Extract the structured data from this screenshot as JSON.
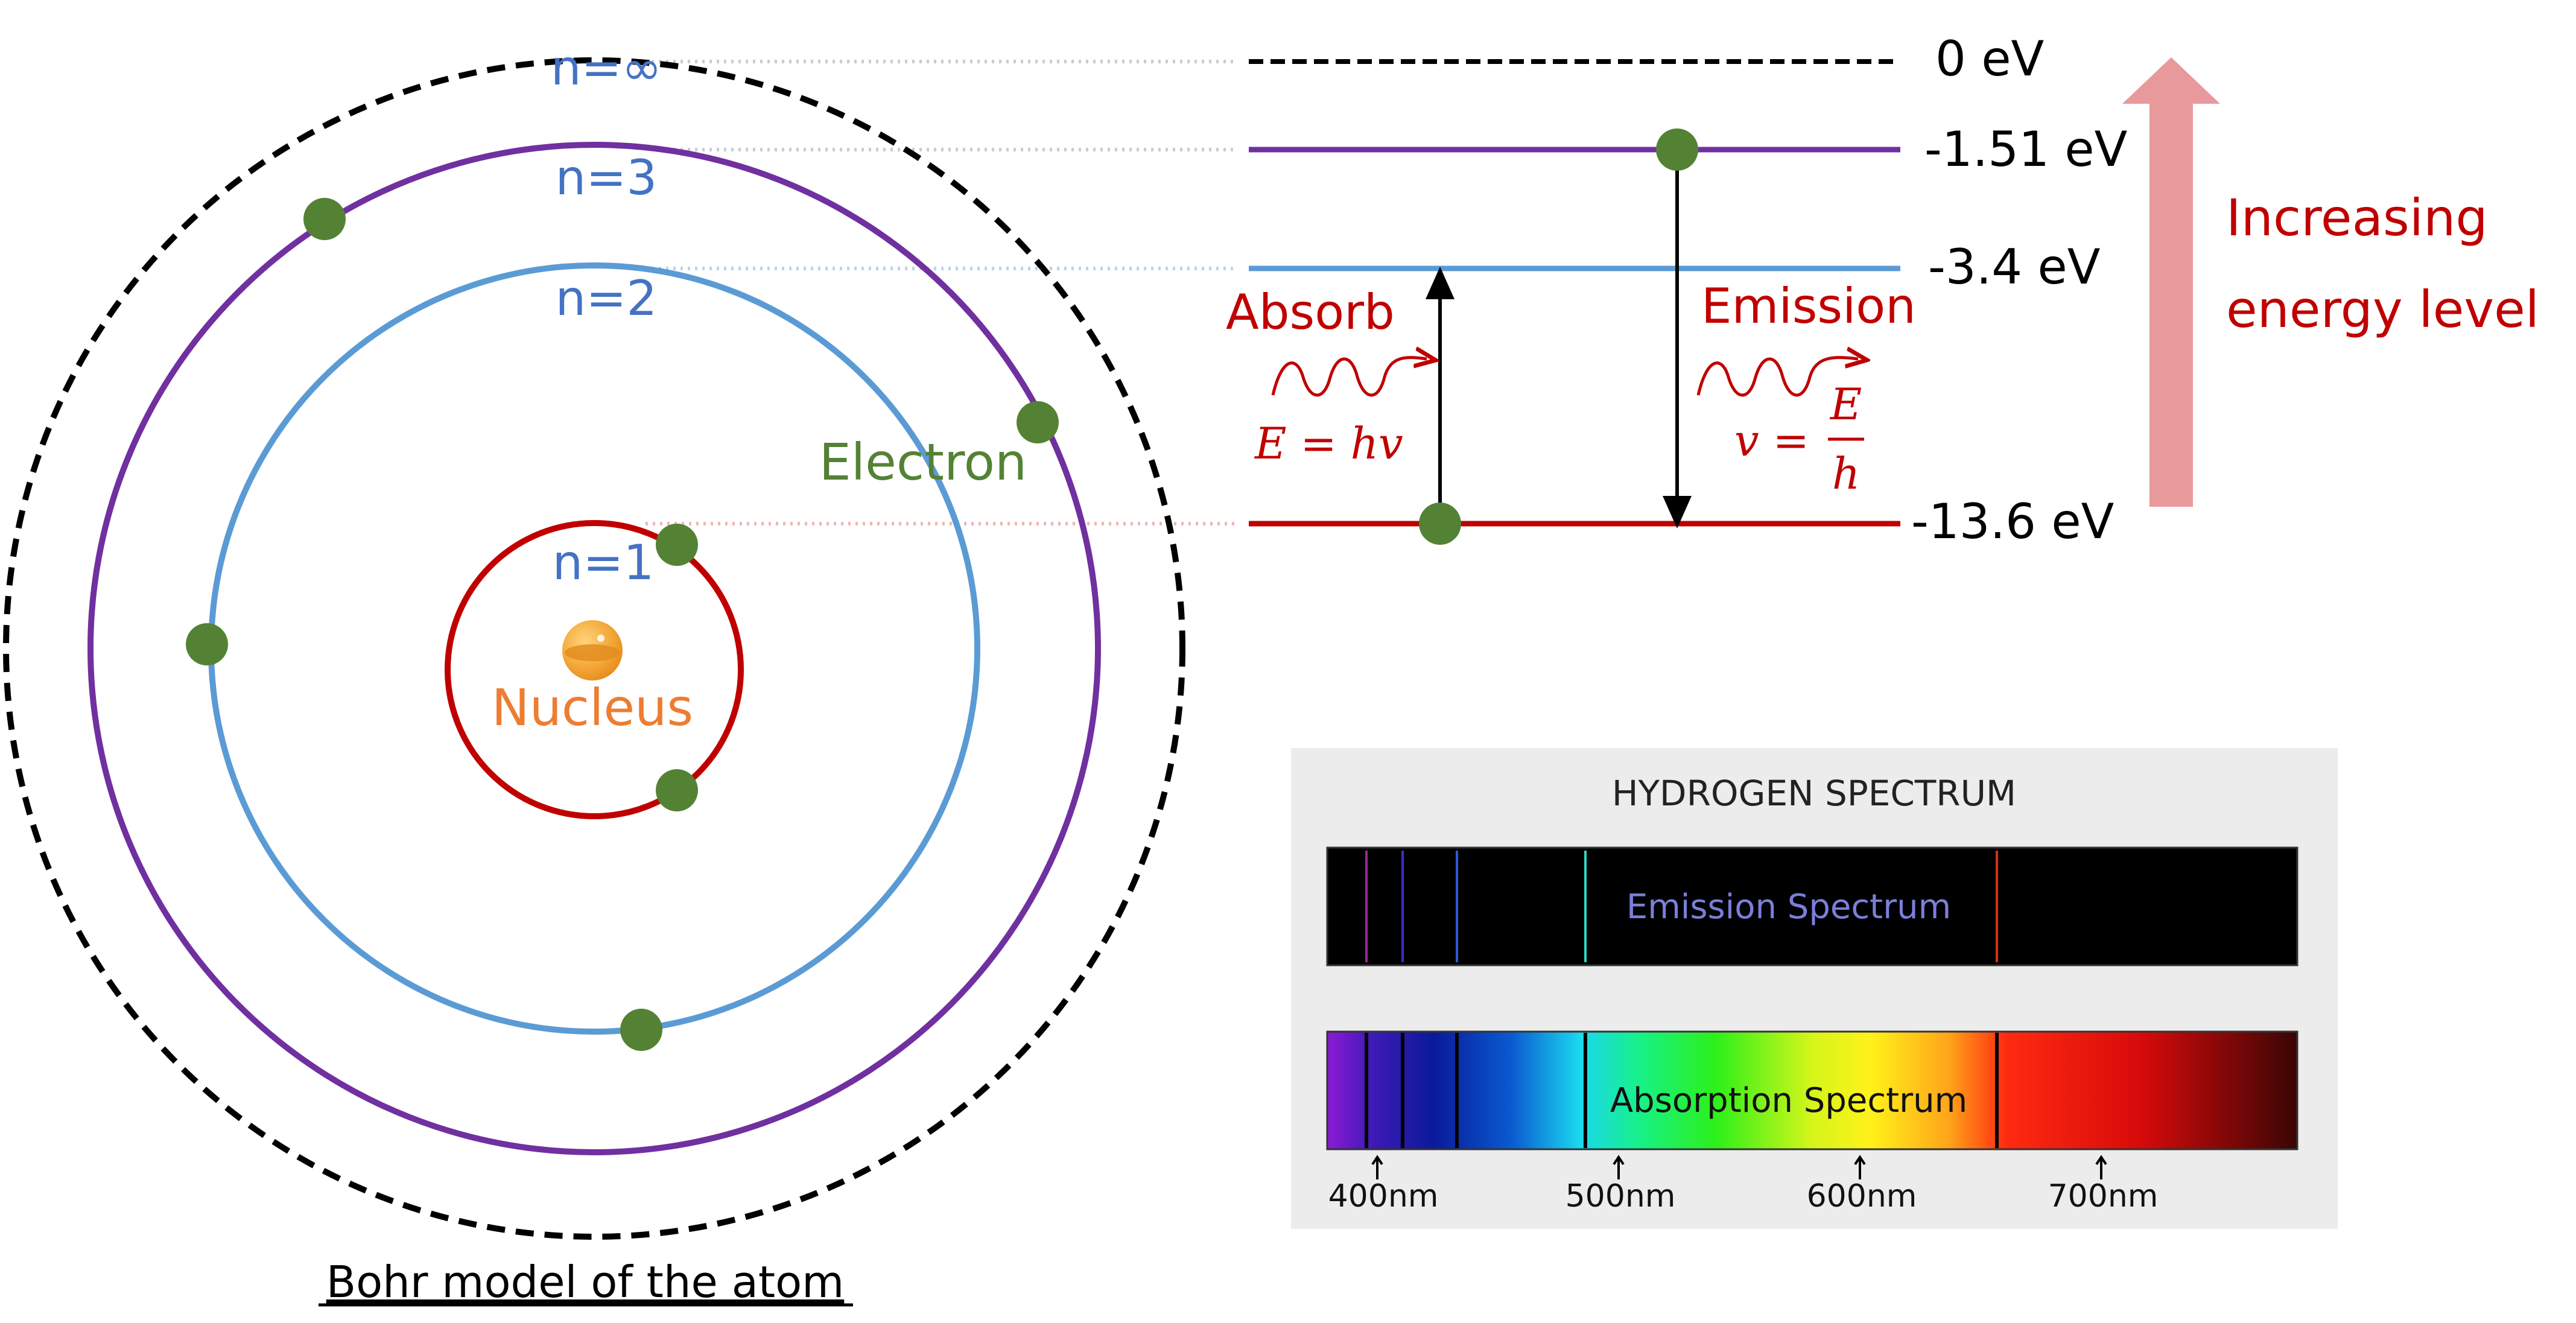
{
  "bohr_model": {
    "caption": "Bohr model of the atom",
    "nucleus_label": "Nucleus",
    "electron_label": "Electron",
    "orbits": [
      {
        "label": "n=∞",
        "color": "#000000",
        "dashed": true
      },
      {
        "label": "n=3",
        "color": "#7030a0",
        "dashed": false
      },
      {
        "label": "n=2",
        "color": "#5b9bd5",
        "dashed": false
      },
      {
        "label": "n=1",
        "color": "#c00000",
        "dashed": false
      }
    ],
    "orbit_label_color": "#4472c4",
    "electron_color": "#548235",
    "nucleus_color": "#f4a93b",
    "nucleus_label_color": "#ed7d31"
  },
  "energy_diagram": {
    "levels": [
      {
        "label": "0 eV",
        "color": "#000000",
        "dashed": true
      },
      {
        "label": "-1.51 eV",
        "color": "#7030a0",
        "dashed": false
      },
      {
        "label": "-3.4 eV",
        "color": "#5b9bd5",
        "dashed": false
      },
      {
        "label": "-13.6 eV",
        "color": "#c00000",
        "dashed": false
      }
    ],
    "absorb_label": "Absorb",
    "absorb_equation": "E = hv",
    "emission_label": "Emission",
    "emission_equation_lhs": "v =",
    "emission_equation_num": "E",
    "emission_equation_den": "h",
    "transition_color": "#c00000",
    "increasing_line1": "Increasing",
    "increasing_line2": "energy level",
    "increasing_color": "#c00000",
    "arrow_color": "#e8999c"
  },
  "spectrum_panel": {
    "title": "HYDROGEN SPECTRUM",
    "emission_label": "Emission Spectrum",
    "absorption_label": "Absorption Spectrum",
    "ticks": [
      "400nm",
      "500nm",
      "600nm",
      "700nm"
    ],
    "panel_bg": "#ececec"
  }
}
